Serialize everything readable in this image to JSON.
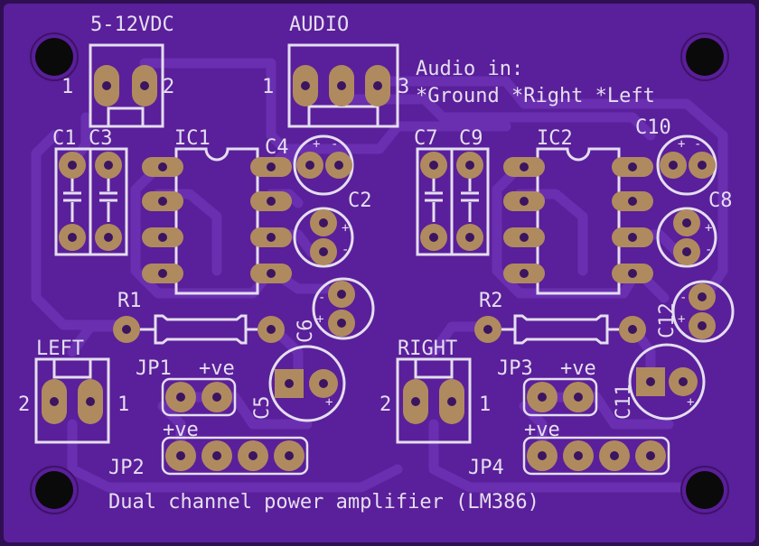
{
  "board": {
    "title_text": "Dual channel power amplifier (LM386)",
    "colors": {
      "board": "#5a1f9a",
      "board_edge": "#2f0f52",
      "trace": "#6a2fb0",
      "silk": "#e4def0",
      "pad": "#b08a5f",
      "pad_hole": "#3b1560",
      "mount_hole": "#0a0a0a"
    }
  },
  "connectors": {
    "power": {
      "label": "5-12VDC",
      "pin1": "1",
      "pin2": "2"
    },
    "audio": {
      "label": "AUDIO",
      "pin1": "1",
      "pin3": "3"
    },
    "left": {
      "label": "LEFT",
      "pin2": "2",
      "pin1": "1"
    },
    "right": {
      "label": "RIGHT",
      "pin2": "2",
      "pin1": "1"
    }
  },
  "audio_legend": {
    "line1": "Audio in:",
    "line2": "*Ground *Right *Left"
  },
  "components": {
    "c1": "C1",
    "c3": "C3",
    "ic1": "IC1",
    "c4": "C4",
    "c2": "C2",
    "c7": "C7",
    "c9": "C9",
    "ic2": "IC2",
    "c10": "C10",
    "c8": "C8",
    "r1": "R1",
    "c6": "C6",
    "r2": "R2",
    "c12": "C12",
    "jp1": "JP1",
    "jp1_ve": "+ve",
    "c5": "C5",
    "jp2": "JP2",
    "jp2_ve": "+ve",
    "jp3": "JP3",
    "jp3_ve": "+ve",
    "c11": "C11",
    "jp4": "JP4",
    "jp4_ve": "+ve"
  },
  "polarity": {
    "plus": "+",
    "minus": "-"
  }
}
